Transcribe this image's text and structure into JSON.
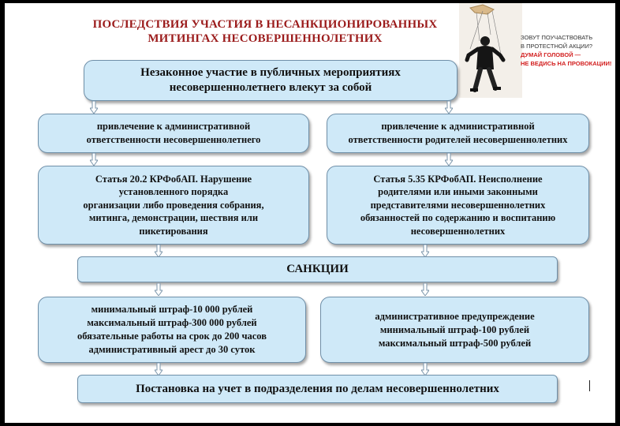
{
  "title": {
    "line1": "ПОСЛЕДСТВИЯ УЧАСТИЯ В НЕСАНКЦИОНИРОВАННЫХ",
    "line2": "МИТИНГАХ НЕСОВЕРШЕННОЛЕТНИХ"
  },
  "promo": {
    "line1": "Зовут поучаствовать",
    "line2": "в протестной акции?",
    "line3": "Думай головой —",
    "line4": "не ведись на провокации!"
  },
  "top_box": "Незаконное участие в публичных мероприятиях\nнесовершеннолетнего влекут за собой",
  "left": {
    "responsibility": "привлечение к административной\nответственности несовершеннолетнего",
    "article": "Статья 20.2 КРФобАП. Нарушение\nустановленного порядка\nорганизации либо проведения собрания,\nмитинга, демонстрации, шествия или\nпикетирования",
    "sanctions": "минимальный штраф-10 000 рублей\nмаксимальный штраф-300 000 рублей\nобязательные работы на срок до 200 часов\nадминистративный арест до 30 суток"
  },
  "right": {
    "responsibility": "привлечение к административной\nответственности родителей несовершеннолетних",
    "article": "Статья 5.35 КРФобАП. Неисполнение\nродителями или иными законными\nпредставителями несовершеннолетних\nобязанностей по содержанию и воспитанию\nнесовершеннолетних",
    "sanctions": "административное предупреждение\nминимальный штраф-100 рублей\nмаксимальный штраф-500 рублей"
  },
  "sanctions_header": "САНКЦИИ",
  "bottom_box": "Постановка на учет в подразделения по делам несовершеннолетних",
  "colors": {
    "box_fill": "#cfe9f8",
    "box_border": "#6f8fa8",
    "title": "#9b1b1b",
    "promo_accent": "#d21e1e"
  }
}
